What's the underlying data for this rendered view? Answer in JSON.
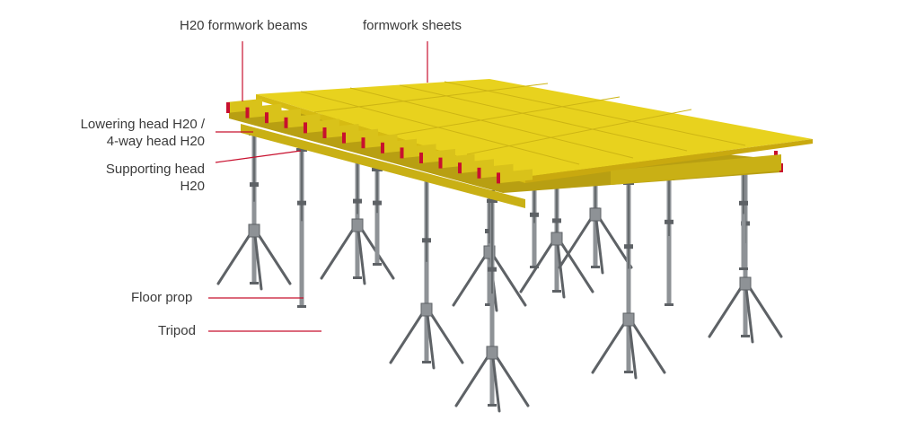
{
  "labels": {
    "beams": "H20 formwork beams",
    "sheets": "formwork sheets",
    "lowering_line1": "Lowering head H20 /",
    "lowering_line2": "4-way head H20",
    "supporting_line1": "Supporting head",
    "supporting_line2": "H20",
    "floor_prop": "Floor prop",
    "tripod": "Tripod"
  },
  "colors": {
    "leader": "#c8102e",
    "sheet_top": "#e8d21e",
    "sheet_edge": "#c9a90f",
    "beam": "#d9c21a",
    "beam_dark": "#b89f12",
    "end_cap": "#c8102e",
    "steel": "#8e9296",
    "steel_dark": "#5e6266",
    "text": "#3a3a3a"
  }
}
